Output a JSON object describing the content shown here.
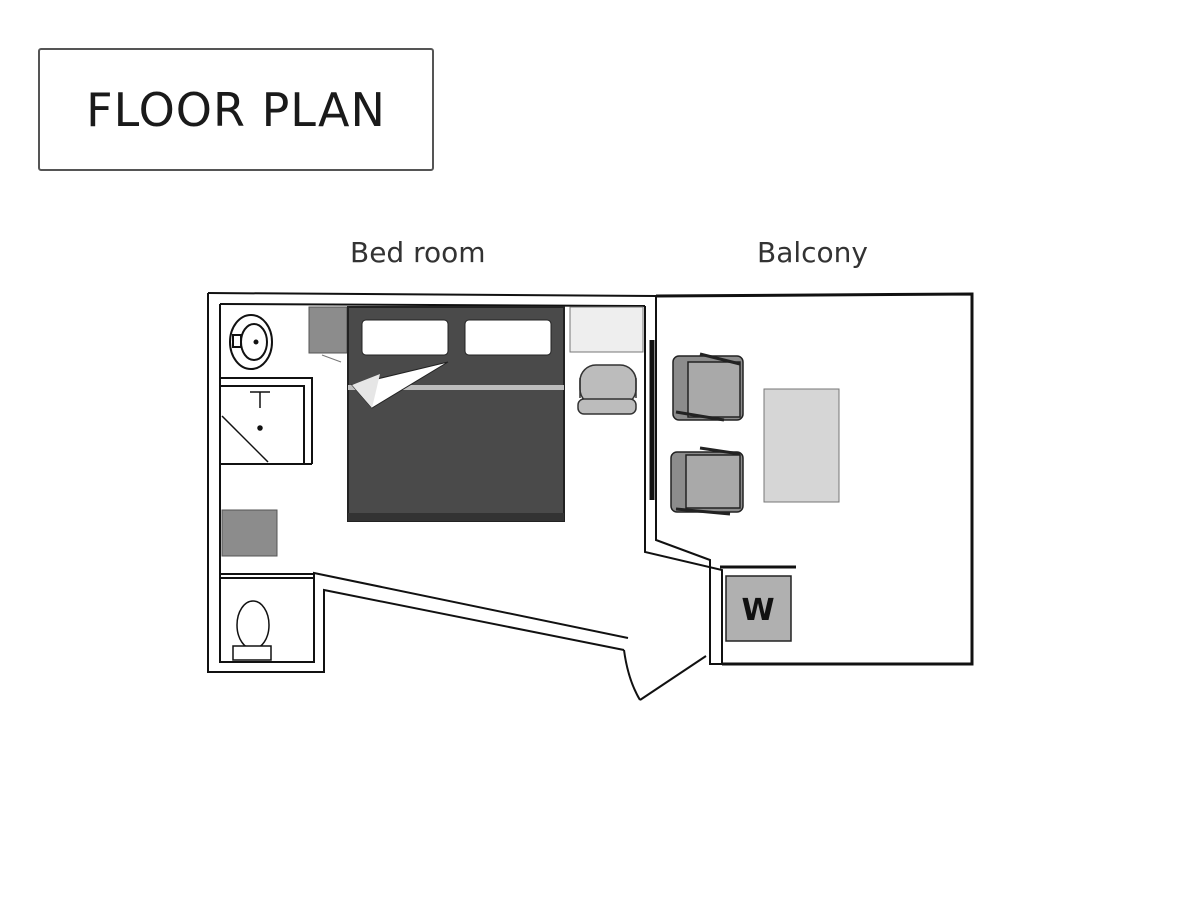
{
  "title": "FLOOR PLAN",
  "rooms": {
    "bedroom": "Bed room",
    "balcony": "Balcony"
  },
  "washer_label": "W",
  "colors": {
    "wall": "#111111",
    "bed": "#4a4a4a",
    "fixture_gray": "#8c8c8c",
    "chair_gray": "#a9a9a9",
    "table_gray": "#d6d6d6",
    "pillow": "#ffffff"
  }
}
